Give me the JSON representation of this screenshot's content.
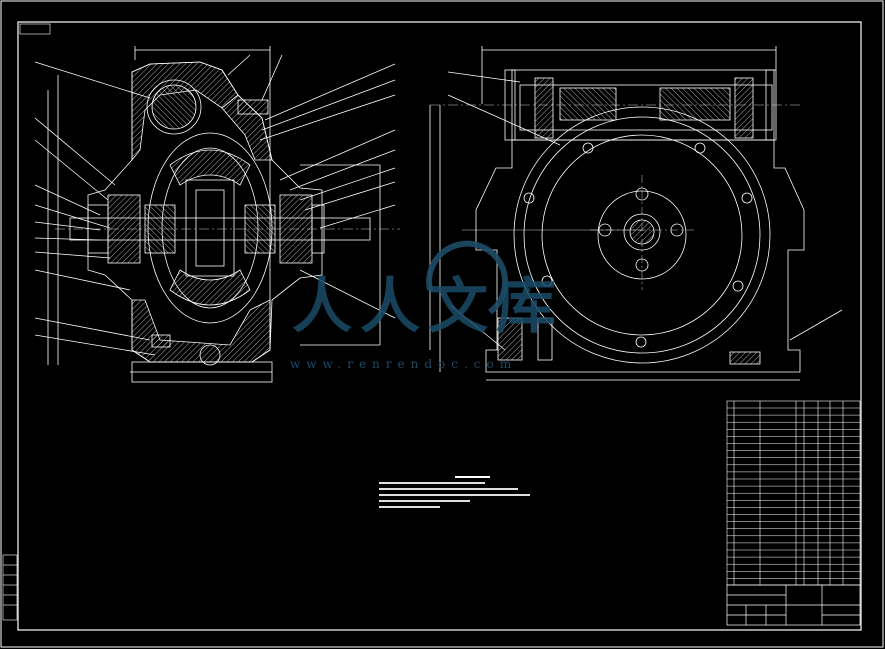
{
  "watermark": {
    "text_cn": "人人文库",
    "text_url": "www.renrendoc.com",
    "color": "#1d4a66"
  },
  "colors": {
    "background": "#000000",
    "lines": "#ffffff",
    "hatch": "#d9d9d9",
    "centerline": "#cccccc"
  },
  "icons": {
    "logo": "renrendoc-logo-circle"
  }
}
